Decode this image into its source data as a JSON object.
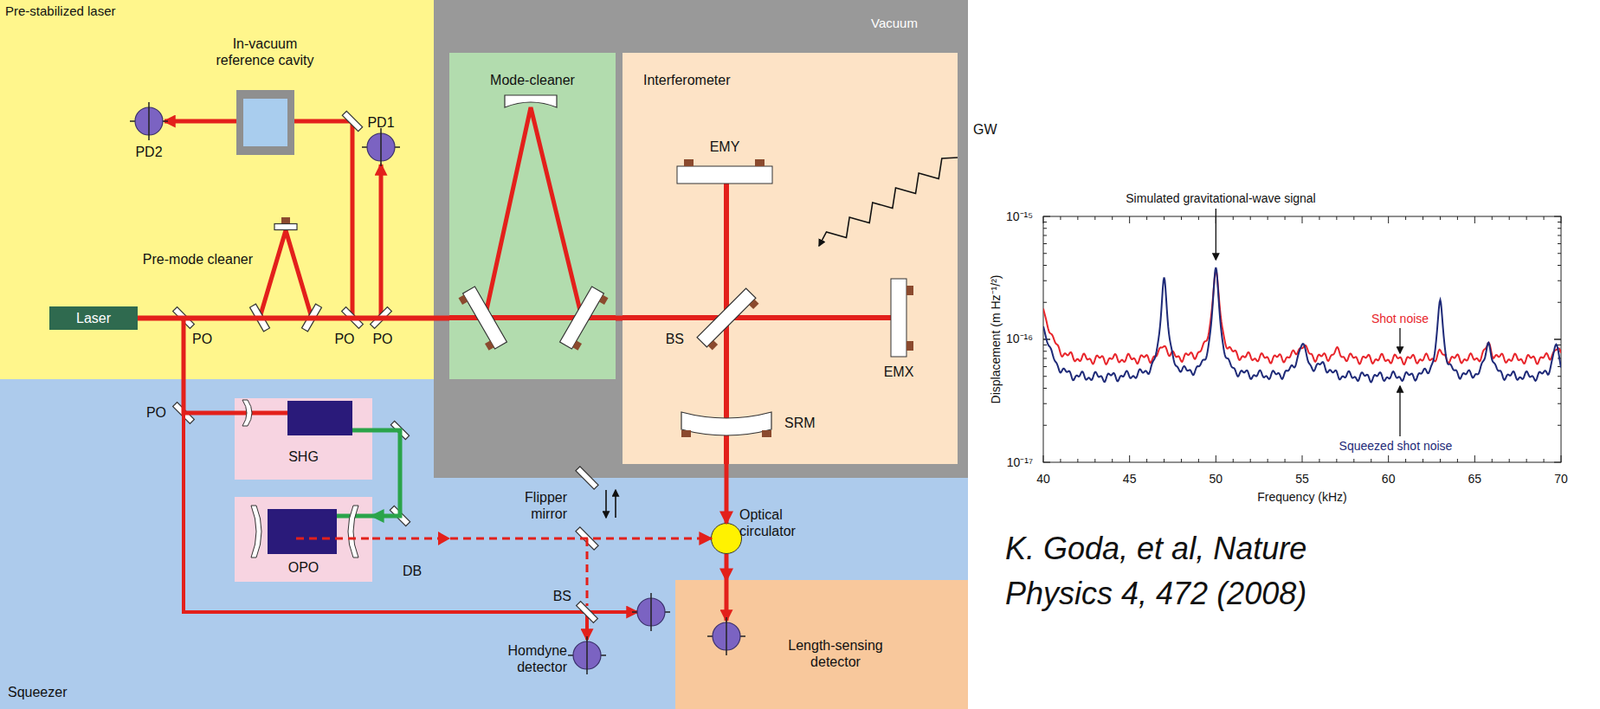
{
  "diagram": {
    "caption": "K. Goda, et al, Nature Physics 4, 472 (2008)",
    "nodes": [
      {
        "text": [
          "Pre-stabilized laser"
        ]
      },
      {
        "text": [
          "Laser"
        ],
        "in": 0
      },
      {
        "text": [
          "Vacuum"
        ]
      },
      {
        "text": [
          "Mode-cleaner"
        ],
        "in": 2
      },
      {
        "text": [
          "Interferometer"
        ],
        "in": 2
      },
      {
        "text": [
          "Squeezer"
        ]
      },
      {
        "text": [
          "SHG"
        ],
        "in": 5
      },
      {
        "text": [
          "OPO"
        ],
        "in": 5
      },
      {
        "text": [
          "Optical circulator"
        ],
        "in": 5
      },
      {
        "text": [
          "Length-sensing detector"
        ],
        "in": 5
      }
    ],
    "edges": [
      {
        "from": 1,
        "to": 3,
        "arrow": "none"
      },
      {
        "from": 3,
        "to": 4,
        "arrow": "none"
      },
      {
        "from": 1,
        "to": 6,
        "arrow": "none"
      },
      {
        "from": 6,
        "to": 7,
        "arrow": "to"
      },
      {
        "from": 7,
        "to": 8,
        "arrow": "to"
      },
      {
        "from": 4,
        "to": 8,
        "arrow": "to"
      },
      {
        "from": 8,
        "to": 9,
        "arrow": "to"
      }
    ],
    "labels": [
      "In-vacuum reference cavity",
      "PD2",
      "PD1",
      "Pre-mode cleaner",
      "PO",
      "PO",
      "PO",
      "EMY",
      "BS",
      "EMX",
      "SRM",
      "GW",
      "PO",
      "DB",
      "Flipper mirror",
      "BS",
      "Homdyne detector",
      "10⁻¹⁵",
      "10⁻¹⁶",
      "10⁻¹⁷",
      "Displacement (m Hz⁻¹/²)",
      "40",
      "45",
      "50",
      "55",
      "60",
      "65",
      "70",
      "Frequency (kHz)",
      "Simulated gravitational-wave signal",
      "Shot noise",
      "Squeezed shot noise"
    ]
  }
}
